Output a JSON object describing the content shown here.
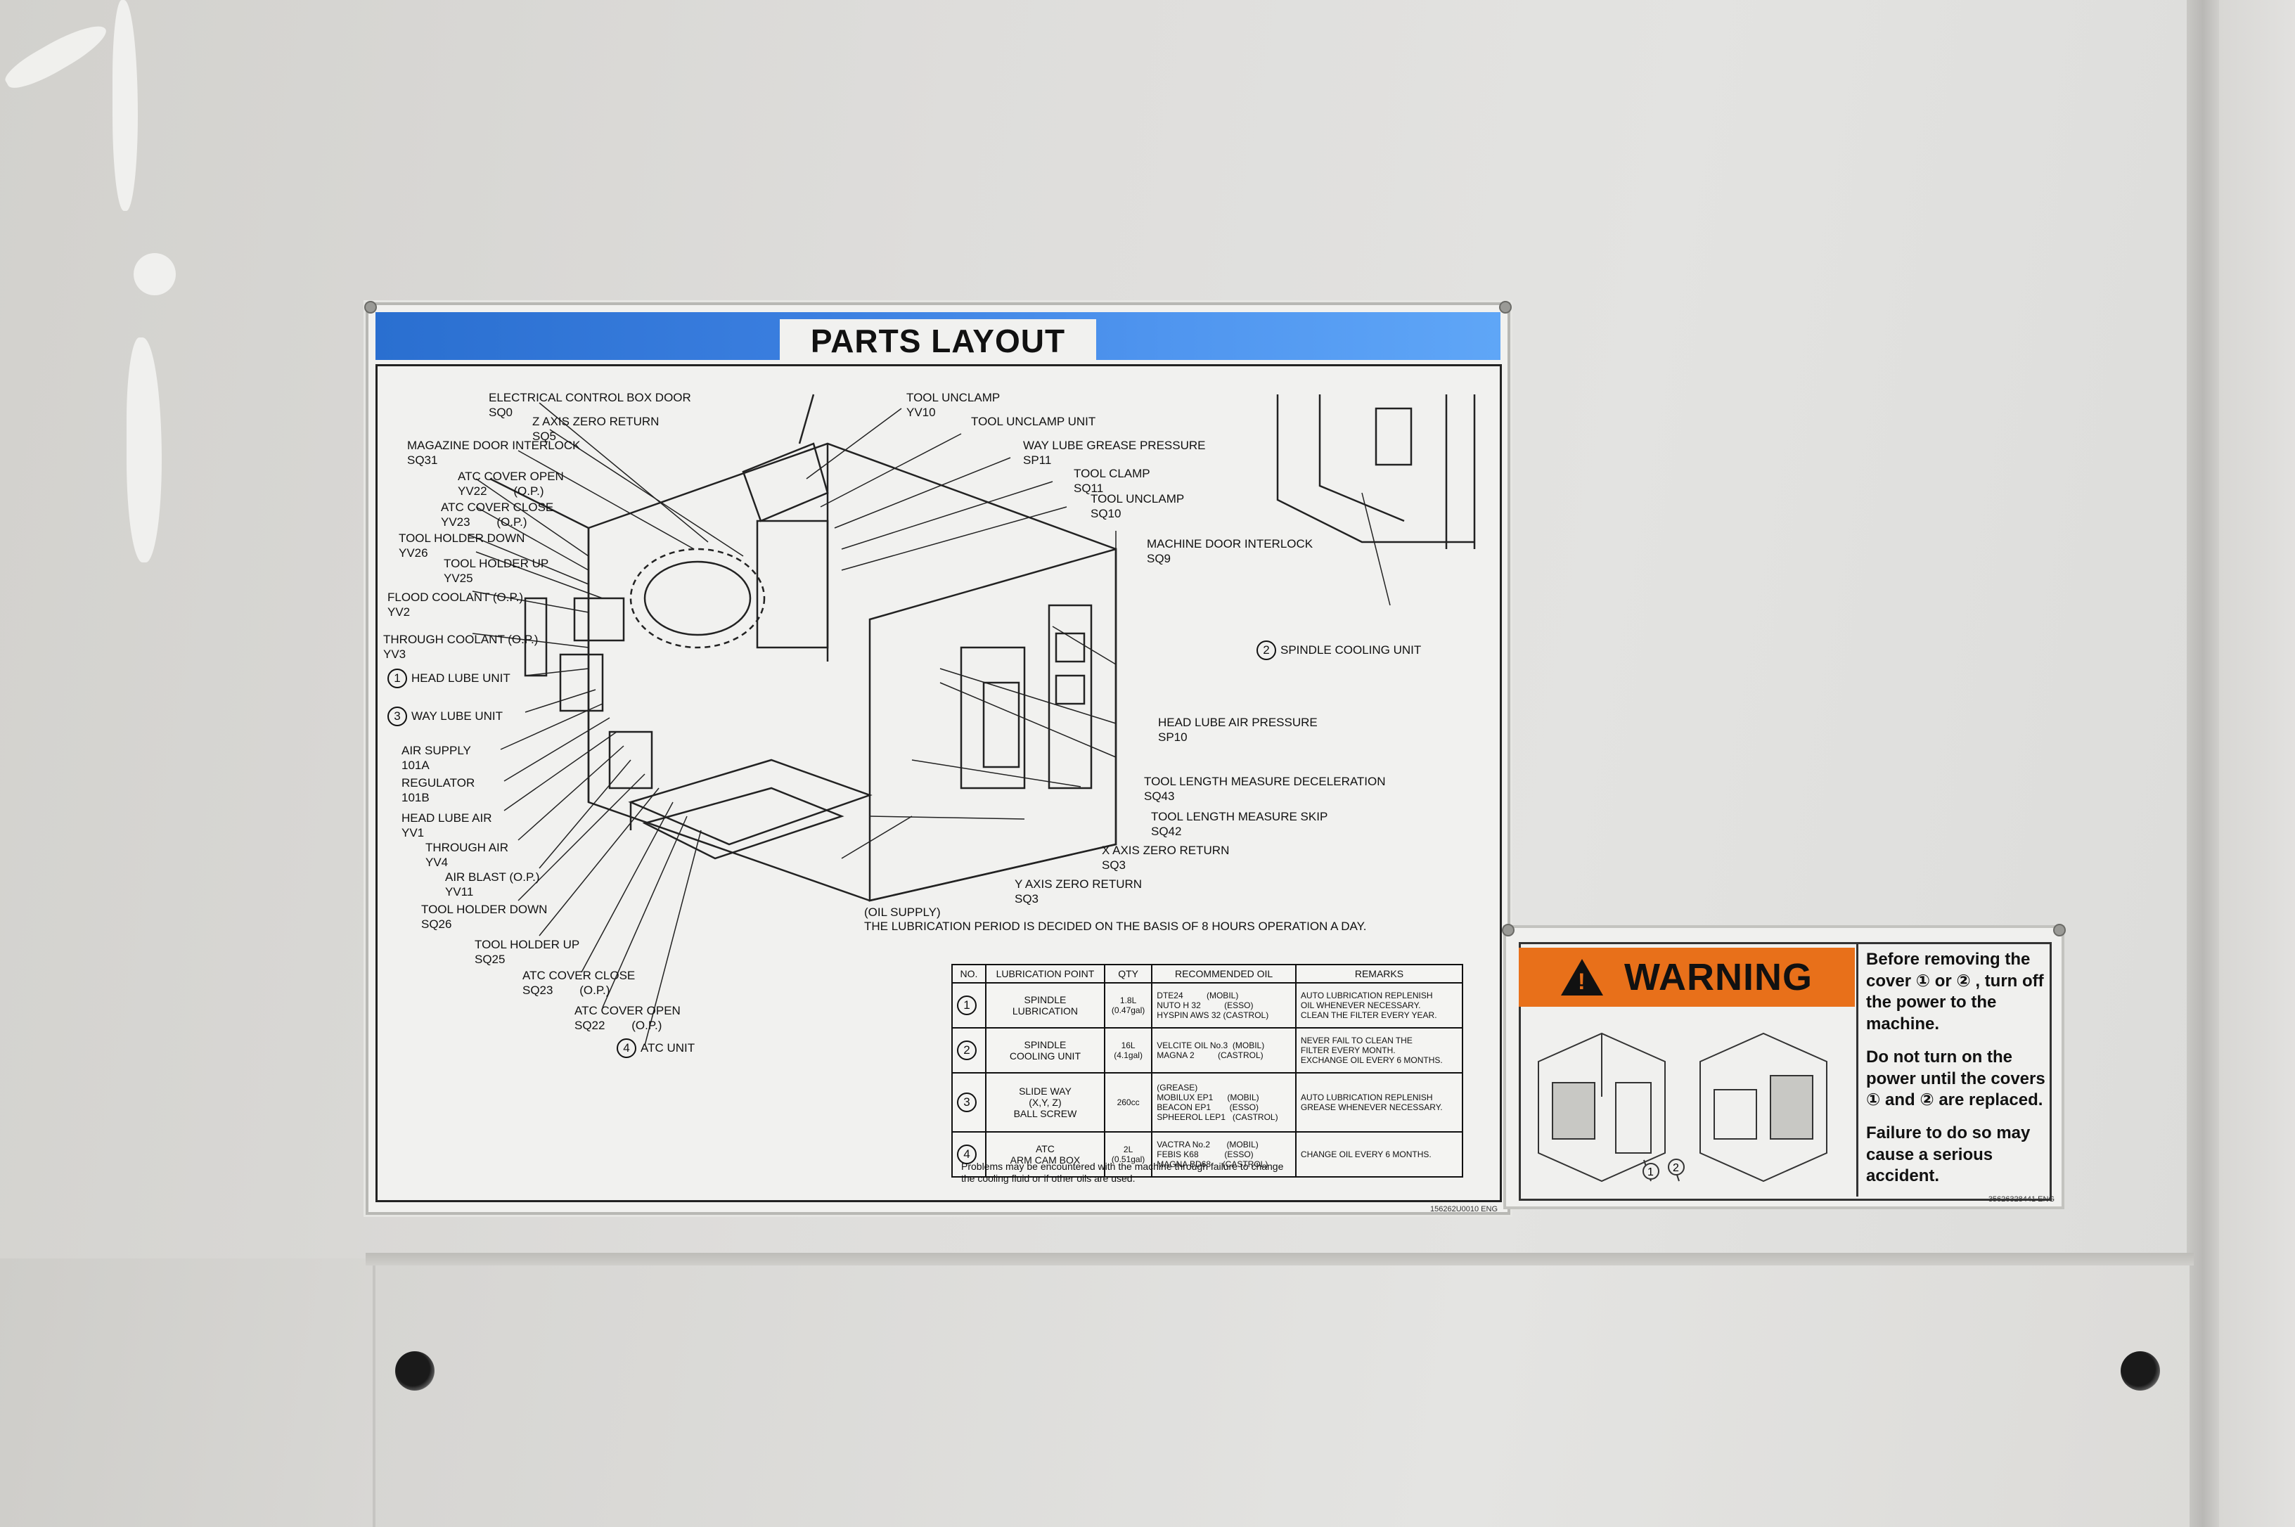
{
  "title": "PARTS LAYOUT",
  "left_labels": [
    {
      "text": "ELECTRICAL CONTROL BOX DOOR",
      "code": "SQ0"
    },
    {
      "text": "Z AXIS ZERO RETURN",
      "code": "SQ5"
    },
    {
      "text": "MAGAZINE DOOR INTERLOCK",
      "code": "SQ31"
    },
    {
      "text": "ATC COVER OPEN",
      "code": "YV22        (O.P.)"
    },
    {
      "text": "ATC COVER CLOSE",
      "code": "YV23        (O.P.)"
    },
    {
      "text": "TOOL HOLDER DOWN",
      "code": "YV26"
    },
    {
      "text": "TOOL HOLDER UP",
      "code": "YV25"
    },
    {
      "text": "FLOOD COOLANT (O.P.)",
      "code": "YV2"
    },
    {
      "text": "THROUGH COOLANT (O.P.)",
      "code": "YV3"
    },
    {
      "text": "HEAD LUBE UNIT",
      "code": "",
      "num": "1"
    },
    {
      "text": "WAY LUBE UNIT",
      "code": "",
      "num": "3"
    },
    {
      "text": "AIR SUPPLY",
      "code": "101A"
    },
    {
      "text": "REGULATOR",
      "code": "101B"
    },
    {
      "text": "HEAD LUBE AIR",
      "code": "YV1"
    },
    {
      "text": "THROUGH AIR",
      "code": "YV4"
    },
    {
      "text": "AIR BLAST (O.P.)",
      "code": "YV11"
    },
    {
      "text": "TOOL HOLDER DOWN",
      "code": "SQ26"
    },
    {
      "text": "TOOL HOLDER UP",
      "code": "SQ25"
    },
    {
      "text": "ATC COVER CLOSE",
      "code": "SQ23        (O.P.)"
    },
    {
      "text": "ATC COVER OPEN",
      "code": "SQ22        (O.P.)"
    },
    {
      "text": "ATC UNIT",
      "code": "",
      "num": "4"
    }
  ],
  "right_labels": [
    {
      "text": "TOOL UNCLAMP",
      "code": "YV10"
    },
    {
      "text": "TOOL UNCLAMP UNIT",
      "code": ""
    },
    {
      "text": "WAY LUBE GREASE PRESSURE",
      "code": "SP11"
    },
    {
      "text": "TOOL CLAMP",
      "code": "SQ11"
    },
    {
      "text": "TOOL UNCLAMP",
      "code": "SQ10"
    },
    {
      "text": "MACHINE DOOR INTERLOCK",
      "code": "SQ9"
    },
    {
      "text": "SPINDLE COOLING UNIT",
      "code": "",
      "num": "2"
    },
    {
      "text": "HEAD LUBE AIR PRESSURE",
      "code": "SP10"
    },
    {
      "text": "TOOL LENGTH MEASURE DECELERATION",
      "code": "SQ43"
    },
    {
      "text": "TOOL LENGTH MEASURE SKIP",
      "code": "SQ42"
    },
    {
      "text": "X AXIS ZERO RETURN",
      "code": "SQ3"
    },
    {
      "text": "Y AXIS ZERO RETURN",
      "code": "SQ3"
    }
  ],
  "oil_supply": "(OIL SUPPLY)",
  "lubrication_note": "THE LUBRICATION PERIOD IS DECIDED ON THE BASIS OF 8 HOURS OPERATION A DAY.",
  "table": {
    "headers": [
      "NO.",
      "LUBRICATION POINT",
      "QTY",
      "RECOMMENDED OIL",
      "REMARKS"
    ],
    "rows": [
      {
        "no": "1",
        "point": "SPINDLE\nLUBRICATION",
        "qty": "1.8L\n(0.47gal)",
        "oil": "DTE24          (MOBIL)\nNUTO H 32          (ESSO)\nHYSPIN AWS 32 (CASTROL)",
        "remarks": "AUTO LUBRICATION REPLENISH\nOIL WHENEVER NECESSARY.\nCLEAN THE FILTER EVERY YEAR."
      },
      {
        "no": "2",
        "point": "SPINDLE\nCOOLING UNIT",
        "qty": "16L\n(4.1gal)",
        "oil": "VELCITE OIL No.3  (MOBIL)\nMAGNA 2          (CASTROL)",
        "remarks": "NEVER FAIL TO CLEAN THE\nFILTER EVERY MONTH.\nEXCHANGE OIL EVERY 6 MONTHS."
      },
      {
        "no": "3",
        "point": "SLIDE WAY\n(X,Y, Z)\nBALL SCREW",
        "qty": "260cc",
        "oil": "(GREASE)\nMOBILUX EP1      (MOBIL)\nBEACON EP1        (ESSO)\nSPHEEROL LEP1   (CASTROL)",
        "remarks": "AUTO LUBRICATION REPLENISH\nGREASE WHENEVER NECESSARY."
      },
      {
        "no": "4",
        "point": "ATC\nARM CAM BOX",
        "qty": "2L\n(0.51gal)",
        "oil": "VACTRA No.2       (MOBIL)\nFEBIS K68           (ESSO)\nMAGNA BD68     (CASTROL)",
        "remarks": "CHANGE OIL EVERY 6 MONTHS."
      }
    ]
  },
  "problems_note": "Problems may be encountered with the machine through failure to change\nthe cooling fluid or if other oils are used.",
  "plate_code": "156262U0010 ENG",
  "warning": {
    "word": "WARNING",
    "lines": [
      "Before removing the cover ① or ② , turn off the power to the machine.",
      "Do not turn on the power until the covers ① and ② are replaced.",
      "Failure to do so may cause a serious accident."
    ],
    "callouts": [
      "1",
      "2"
    ],
    "code": "35626328441 ENG"
  },
  "colors": {
    "title_bar": "#2a6fd0",
    "warning_orange": "#e8701a"
  }
}
